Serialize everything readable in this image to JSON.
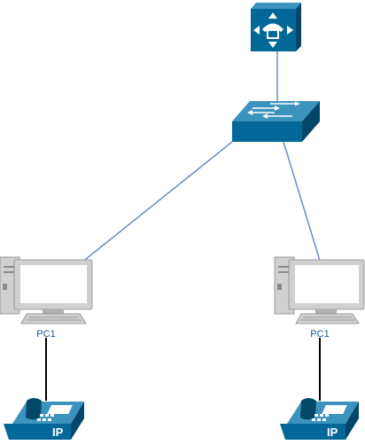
{
  "colors": {
    "device_blue": "#036897",
    "device_blue_dark": "#02476a",
    "device_blue_light": "#3c93bd",
    "link_line": "#6c8ebf",
    "phone_cable": "#000000",
    "pc_gray": "#cccccc",
    "pc_gray_dark": "#8a8a8a",
    "label_blue": "#1a56a0"
  },
  "nodes": {
    "ip_pbx": {
      "icon": "ip-pbx-icon"
    },
    "switch": {
      "icon": "workgroup-switch-icon"
    },
    "pc_left": {
      "icon": "pc-icon",
      "label": "PC1"
    },
    "pc_right": {
      "icon": "pc-icon",
      "label": "PC1"
    },
    "phone_left": {
      "icon": "ip-phone-icon",
      "label": "IP"
    },
    "phone_right": {
      "icon": "ip-phone-icon",
      "label": "IP"
    }
  }
}
